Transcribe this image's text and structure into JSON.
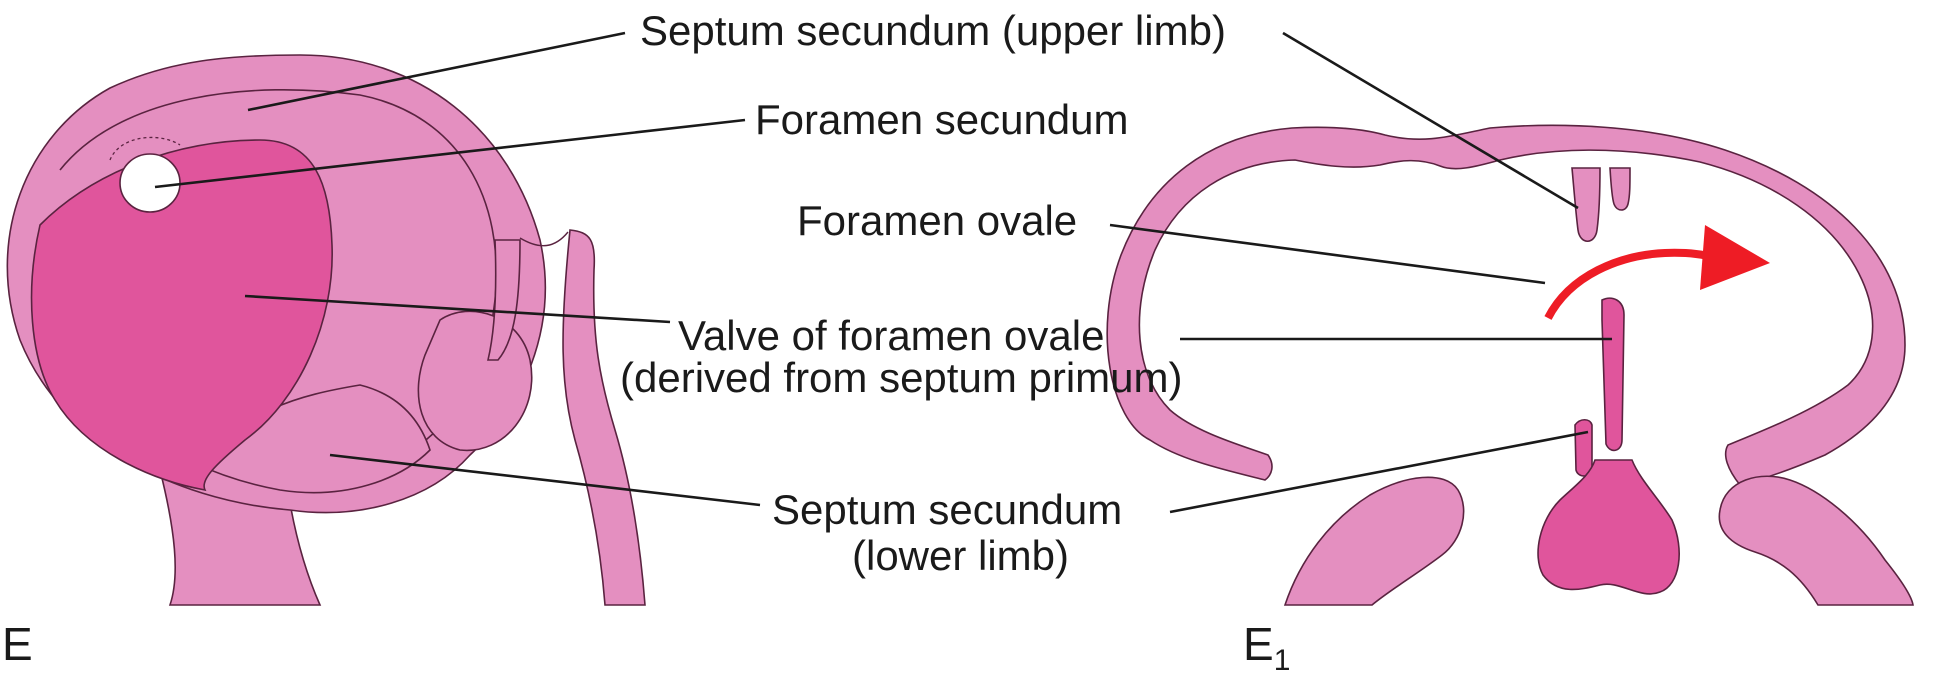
{
  "labels": {
    "septum_secundum_upper": "Septum secundum (upper limb)",
    "foramen_secundum": "Foramen secundum",
    "foramen_ovale": "Foramen ovale",
    "valve_line1": "Valve of foramen ovale",
    "valve_line2": "(derived from septum primum)",
    "septum_secundum_lower_line1": "Septum secundum",
    "septum_secundum_lower_line2": "(lower limb)"
  },
  "panels": {
    "left": "E",
    "right_main": "E",
    "right_sub": "1"
  },
  "colors": {
    "tissue_light": "#e48fc0",
    "tissue_dark": "#e0559c",
    "arrow": "#ee1c25",
    "outline": "#5a2340",
    "lines": "#1a1a1a"
  },
  "icons": {
    "blood_flow": "curved-arrow-icon"
  }
}
